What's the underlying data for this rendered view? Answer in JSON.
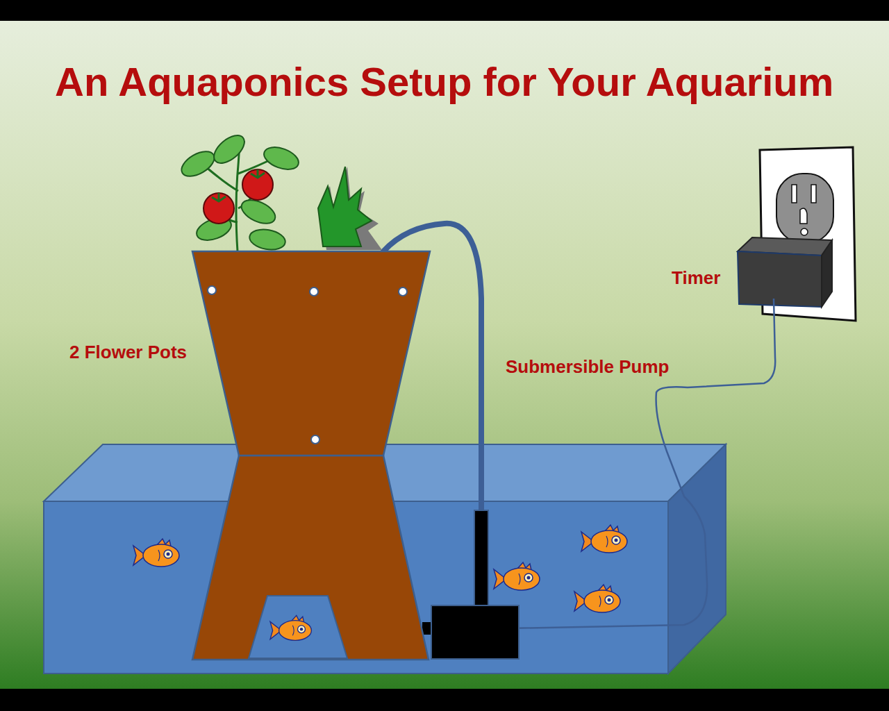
{
  "diagram": {
    "title": "An Aquaponics Setup for Your Aquarium",
    "labels": [
      "2 Flower Pots",
      "Submersible Pump",
      "Timer"
    ]
  }
}
